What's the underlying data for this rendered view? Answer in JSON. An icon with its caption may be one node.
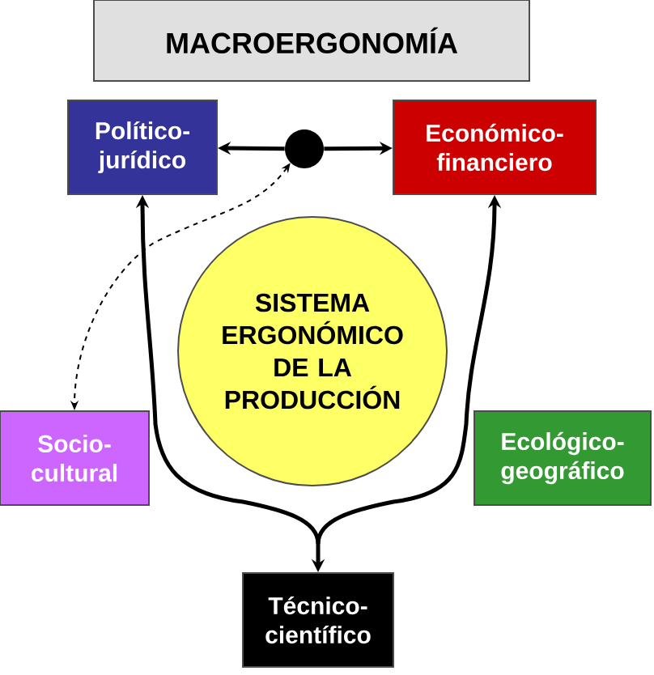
{
  "diagram": {
    "nodes": [
      {
        "text": [
          "MACROERGONOMÍA"
        ]
      },
      {
        "text": [
          "Político- jurídico"
        ]
      },
      {
        "text": [],
        "shape": "circle"
      },
      {
        "text": [
          "Económico- financiero"
        ]
      },
      {
        "text": [
          "SISTEMA ERGONÓMICO DE LA PRODUCCIÓN"
        ]
      },
      {
        "text": [
          "Socio- cultural"
        ]
      },
      {
        "text": [
          "Ecológico- geográfico"
        ]
      },
      {
        "text": [
          "Técnico- científico"
        ]
      }
    ],
    "edges": [
      {
        "from": 2,
        "to": 1,
        "arrow": "to"
      },
      {
        "from": 2,
        "to": 3,
        "arrow": "to"
      },
      {
        "from": 2,
        "to": 5,
        "arrow": "both",
        "style": "dashed"
      },
      {
        "from": 7,
        "to": 1,
        "arrow": "both"
      },
      {
        "from": 7,
        "to": 3,
        "arrow": "both"
      }
    ]
  }
}
